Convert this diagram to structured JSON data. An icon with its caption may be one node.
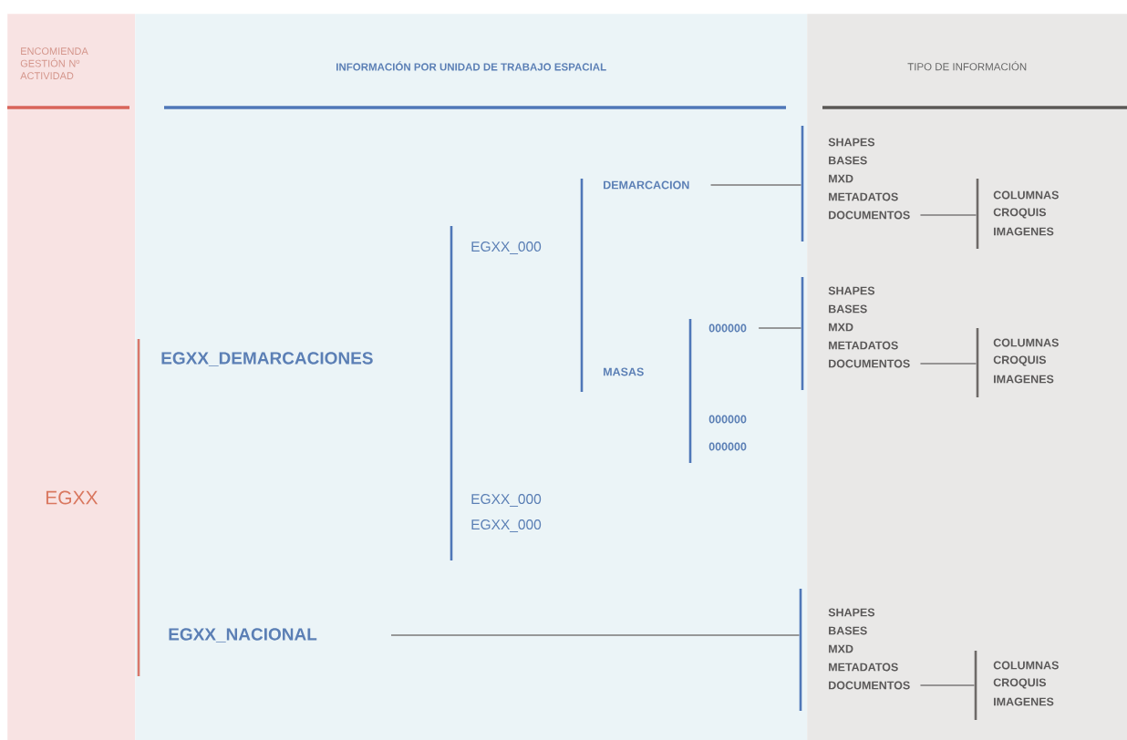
{
  "diagram": {
    "nodes": [
      {
        "text": [
          "ENCOMIENDA GESTIÓN Nº ACTIVIDAD"
        ]
      },
      {
        "text": [
          "INFORMACIÓN POR UNIDAD DE TRABAJO ESPACIAL"
        ]
      },
      {
        "text": [
          "TIPO DE INFORMACIÓN"
        ]
      },
      {
        "text": [
          "EGXX"
        ],
        "in": 0
      },
      {
        "text": [
          "EGXX_DEMARCACIONES"
        ],
        "in": 1
      },
      {
        "text": [
          "EGXX_000"
        ],
        "in": 1
      },
      {
        "text": [
          "DEMARCACION"
        ],
        "in": 1
      },
      {
        "text": [
          "MASAS"
        ],
        "in": 1
      },
      {
        "text": [
          "000000"
        ],
        "in": 1
      },
      {
        "text": [
          "000000"
        ],
        "in": 1
      },
      {
        "text": [
          "000000"
        ],
        "in": 1
      },
      {
        "text": [
          "EGXX_000"
        ],
        "in": 1
      },
      {
        "text": [
          "EGXX_000"
        ],
        "in": 1
      },
      {
        "text": [
          "EGXX_NACIONAL"
        ],
        "in": 1
      },
      {
        "text": [
          "SHAPES"
        ],
        "in": 2
      },
      {
        "text": [
          "BASES"
        ],
        "in": 2
      },
      {
        "text": [
          "MXD"
        ],
        "in": 2
      },
      {
        "text": [
          "METADATOS"
        ],
        "in": 2
      },
      {
        "text": [
          "DOCUMENTOS"
        ],
        "in": 2
      },
      {
        "text": [
          "COLUMNAS"
        ],
        "in": 2
      },
      {
        "text": [
          "CROQUIS"
        ],
        "in": 2
      },
      {
        "text": [
          "IMAGENES"
        ],
        "in": 2
      },
      {
        "text": [
          "SHAPES"
        ],
        "in": 2
      },
      {
        "text": [
          "BASES"
        ],
        "in": 2
      },
      {
        "text": [
          "MXD"
        ],
        "in": 2
      },
      {
        "text": [
          "METADATOS"
        ],
        "in": 2
      },
      {
        "text": [
          "DOCUMENTOS"
        ],
        "in": 2
      },
      {
        "text": [
          "COLUMNAS"
        ],
        "in": 2
      },
      {
        "text": [
          "CROQUIS"
        ],
        "in": 2
      },
      {
        "text": [
          "IMAGENES"
        ],
        "in": 2
      },
      {
        "text": [
          "SHAPES"
        ],
        "in": 2
      },
      {
        "text": [
          "BASES"
        ],
        "in": 2
      },
      {
        "text": [
          "MXD"
        ],
        "in": 2
      },
      {
        "text": [
          "METADATOS"
        ],
        "in": 2
      },
      {
        "text": [
          "DOCUMENTOS"
        ],
        "in": 2
      },
      {
        "text": [
          "COLUMNAS"
        ],
        "in": 2
      },
      {
        "text": [
          "CROQUIS"
        ],
        "in": 2
      },
      {
        "text": [
          "IMAGENES"
        ],
        "in": 2
      },
      {
        "text": [],
        "shape": "bar",
        "in": 1
      },
      {
        "text": [],
        "shape": "bar",
        "in": 2
      },
      {
        "text": [],
        "shape": "bar",
        "in": 1
      },
      {
        "text": [],
        "shape": "bar",
        "in": 2
      },
      {
        "text": [],
        "shape": "bar",
        "in": 1
      },
      {
        "text": [],
        "shape": "bar",
        "in": 2
      }
    ],
    "edges": [
      {
        "from": 6,
        "to": 38,
        "arrow": "none"
      },
      {
        "from": 18,
        "to": 39,
        "arrow": "none"
      },
      {
        "from": 8,
        "to": 40,
        "arrow": "none"
      },
      {
        "from": 26,
        "to": 41,
        "arrow": "none"
      },
      {
        "from": 13,
        "to": 42,
        "arrow": "none"
      },
      {
        "from": 34,
        "to": 43,
        "arrow": "none"
      }
    ]
  }
}
